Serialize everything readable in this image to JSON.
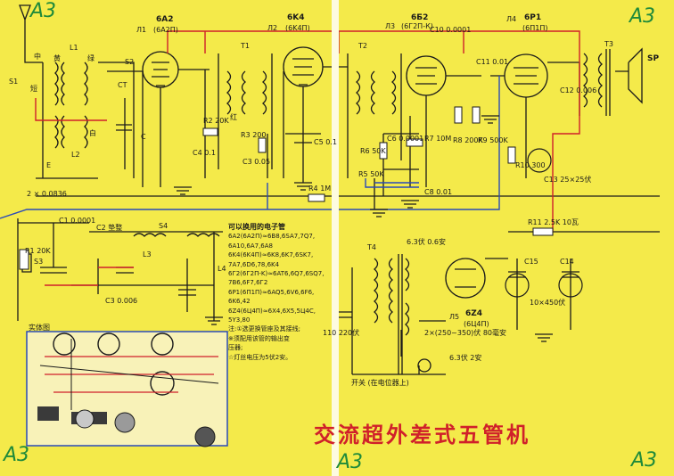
{
  "corner_marks": [
    "A3",
    "A3",
    "A3",
    "A3",
    "A3"
  ],
  "title": "交流超外差式五管机",
  "tubes": [
    {
      "ref": "Л1",
      "type": "6A2",
      "alt": "(6A2П)"
    },
    {
      "ref": "Л2",
      "type": "6K4",
      "alt": "(6K4П)"
    },
    {
      "ref": "Л3",
      "type": "6Б2",
      "alt": "(6Г2П-К)"
    },
    {
      "ref": "Л4",
      "type": "6P1",
      "alt": "(6П1П)"
    },
    {
      "ref": "Л5",
      "type": "6Z4",
      "alt": "(6Ц4П)"
    }
  ],
  "labels": {
    "s1": "S1",
    "s2": "S2",
    "s3": "S3",
    "s4": "S4",
    "l1": "L1",
    "l2": "L2",
    "l3": "L3",
    "l4": "L4",
    "t1": "T1",
    "t2": "T2",
    "t3": "T3",
    "t4": "T4",
    "sp": "SP",
    "e": "E",
    "zhong": "中",
    "duan": "短",
    "lv": "绿",
    "huang": "黄",
    "bai": "白",
    "hong": "红",
    "ct": "CT",
    "c": "C",
    "r2": "R2 20K",
    "r3": "R3 200",
    "c4": "C4 0.1",
    "c5": "C5 0.1",
    "c3": "C3 0.05",
    "r4": "R4 1M",
    "c6": "C6 0.0001",
    "r6": "R6 50K",
    "r5": "R5 50K",
    "r7": "R7 10M",
    "c8": "C8 0.01",
    "r8": "R8 200K",
    "r9": "R9 500K",
    "c10": "C10 0.0001",
    "c11": "C11 0.01",
    "c12": "C12 0.006",
    "r10": "R10 300",
    "c13": "C13 25×25伏",
    "r11": "R11 2.5K 10瓦",
    "c15": "C15",
    "c14": "C14",
    "c1415": "10×450伏",
    "r1": "R1 20K",
    "c1": "C1 0.0001",
    "c2": "C2 垫整",
    "c3b": "C3 0.006",
    "fil": "6.3伏 0.6安",
    "hv": "2×(250~350)伏 80毫安",
    "lamp": "6.3伏 2安",
    "mains": "110 220伏",
    "switch": "开关 (在电位器上)",
    "coil": "2 × 0.0836",
    "real": "实体图"
  },
  "equiv_list": {
    "head": "可以换用的电子管",
    "lines": [
      "6A2(6A2П)≈6B8,6SA7,7Q7,",
      "6A10,6A7,6A8",
      "6K4(6K4П)≈6K8,6K7,6SK7,",
      "7A7,6D6,78,6K4",
      "6Г2(6Г2П-K)≈6AT6,6Q7,6SQ7,",
      "7B6,6F7,6Г2",
      "6P1(6П1П)≈6AQ5,6V6,6F6,",
      "6K6,42",
      "6Z4(6Ц4П)≈6X4,6X5,5Ц4C,",
      "5Y3,80",
      "注:①选更换管座及其接线;",
      "※须配用该管的输出变",
      "压器;",
      "☆灯丝电压为5伏2安。"
    ]
  },
  "legend_left": "A3"
}
